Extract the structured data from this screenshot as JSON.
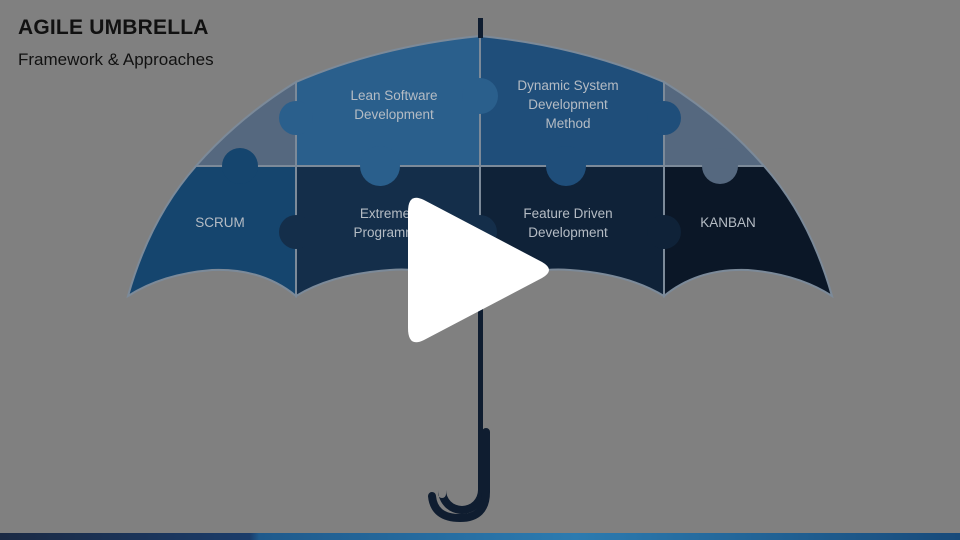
{
  "slide": {
    "title": "AGILE UMBRELLA",
    "subtitle": "Framework & Approaches"
  },
  "umbrella": {
    "segments": [
      {
        "label": "SCRUM",
        "color": "#15456e"
      },
      {
        "label": "Extreme\nProgramm",
        "color": "#142e4a"
      },
      {
        "label": "Feature Driven\nDevelopment",
        "color": "#0f2238"
      },
      {
        "label": "KANBAN",
        "color": "#0b1727"
      },
      {
        "label": "Lean Software\nDevelopment",
        "color": "#2a5f8c"
      },
      {
        "label": "Dynamic System\nDevelopment\nMethod",
        "color": "#1f4e7a"
      }
    ],
    "top_side_colors": [
      "#55687f",
      "#55687f"
    ],
    "handle_color": "#0f1d30"
  },
  "player": {
    "play_icon": "play-icon",
    "accent": "#ffffff"
  }
}
